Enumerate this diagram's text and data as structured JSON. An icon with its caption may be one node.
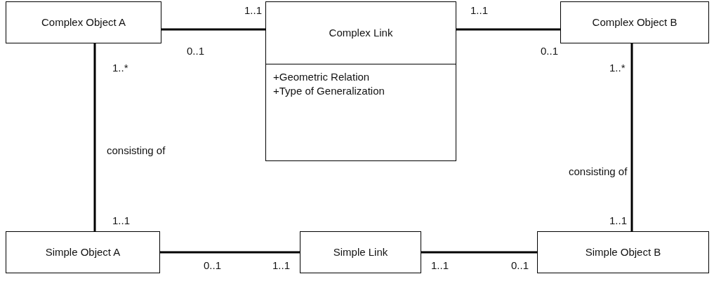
{
  "diagram": {
    "nodes": [
      {
        "text": [
          "Complex Object A"
        ]
      },
      {
        "text": [
          "Complex Link",
          "+Geometric Relation",
          "+Type of Generalization"
        ]
      },
      {
        "text": [
          "Complex Object B"
        ]
      },
      {
        "text": [
          "Simple Object A"
        ]
      },
      {
        "text": [
          "Simple Link"
        ]
      },
      {
        "text": [
          "Simple Object B"
        ]
      }
    ],
    "edges": [
      {
        "from": 0,
        "to": 1,
        "arrow": "none"
      },
      {
        "from": 1,
        "to": 2,
        "arrow": "none"
      },
      {
        "from": 0,
        "to": 3,
        "arrow": "none",
        "label": "consisting of"
      },
      {
        "from": 2,
        "to": 5,
        "arrow": "none",
        "label": "consisting of"
      },
      {
        "from": 3,
        "to": 4,
        "arrow": "none"
      },
      {
        "from": 4,
        "to": 5,
        "arrow": "none"
      }
    ],
    "labels": [
      "1..1",
      "0..1",
      "1..1",
      "0..1",
      "1..*",
      "1..*",
      "1..1",
      "1..1",
      "0..1",
      "1..1",
      "1..1",
      "0..1"
    ]
  }
}
